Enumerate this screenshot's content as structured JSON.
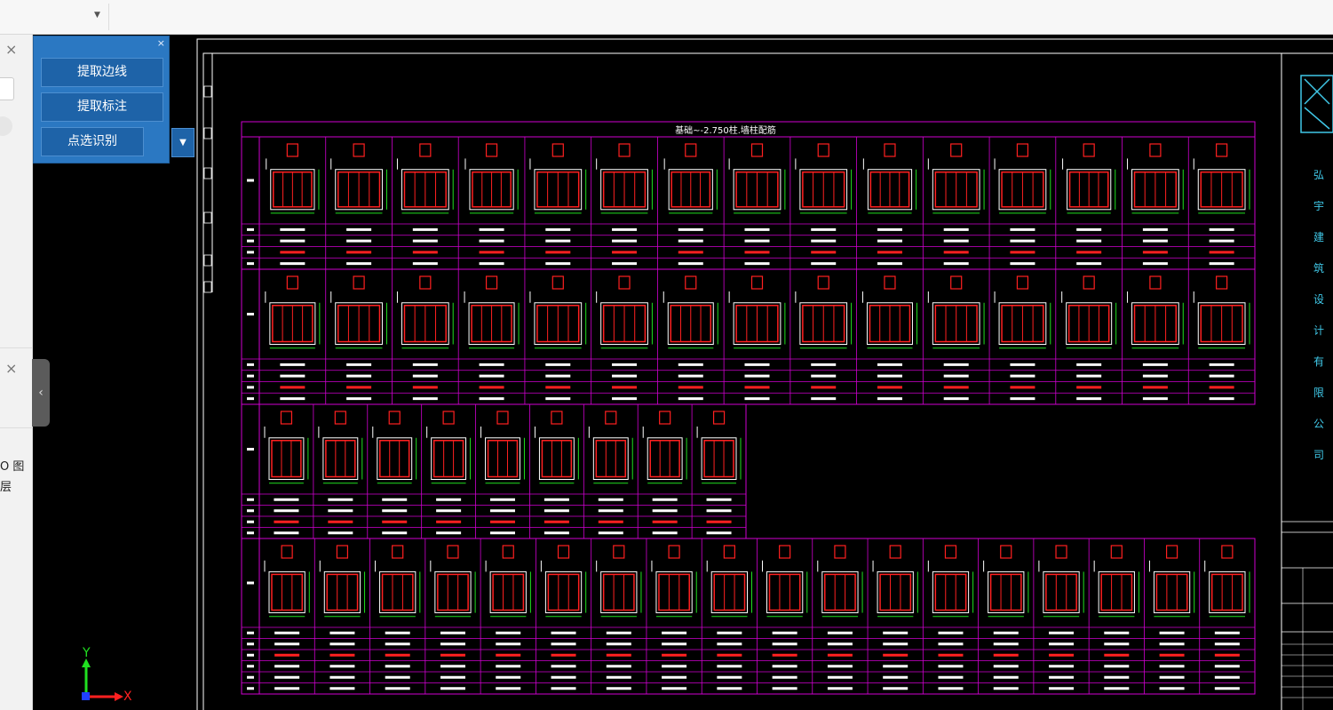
{
  "toolbar": {
    "dropdown_icon": "chevron-down-icon"
  },
  "left_panel": {
    "close_glyph": "×",
    "partial_label": "O 图",
    "partial_label_2": "层",
    "collapse_glyph": "‹"
  },
  "tool_panel": {
    "close_glyph": "×",
    "extract_edges": "提取边线",
    "extract_annotations": "提取标注",
    "point_recognize": "点选识别",
    "dropdown_glyph": "▼"
  },
  "drawing": {
    "title": "基础~-2.750柱.墙柱配筋",
    "company_chars": [
      "弘",
      "宇",
      "建",
      "筑",
      "设",
      "计",
      "有",
      "限",
      "公",
      "司"
    ],
    "axis": {
      "x_label": "X",
      "y_label": "Y"
    }
  },
  "colors": {
    "frame_magenta": "#d000d0",
    "rebar_red": "#ff2020",
    "dim_green": "#20e020",
    "text_white": "#ffffff",
    "panel_blue": "#2b78c2",
    "logo_cyan": "#40c8e8"
  }
}
